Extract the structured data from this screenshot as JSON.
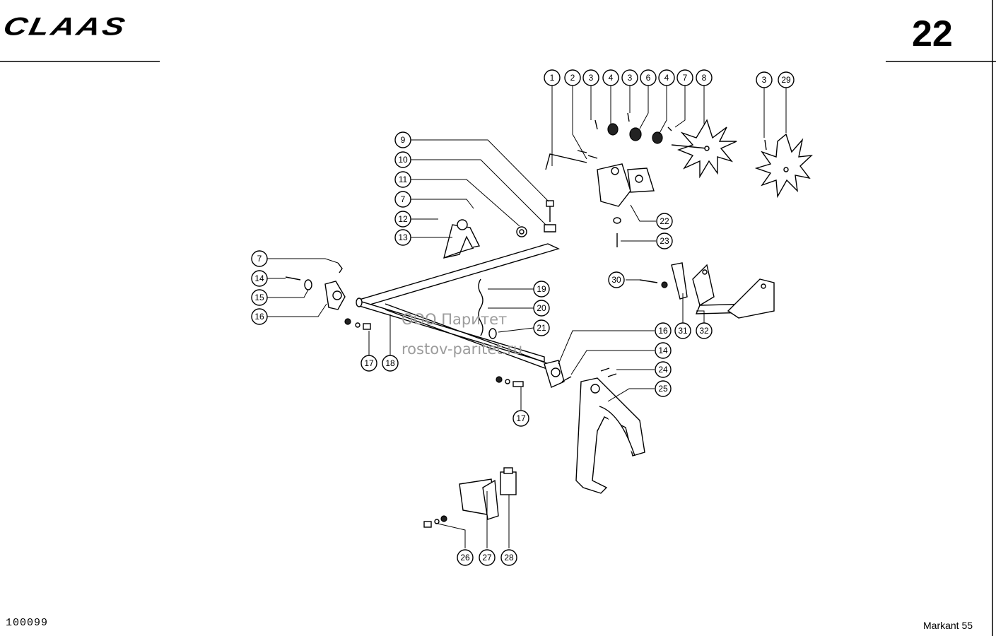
{
  "header": {
    "brand": "CLAAS",
    "page_number": "22"
  },
  "footer": {
    "doc_code": "100099",
    "model": "Markant 55"
  },
  "watermark": {
    "line1": "ООО Паритет",
    "line2": "rostov-paritet.ru"
  },
  "callouts": [
    "1",
    "2",
    "3",
    "4",
    "3",
    "6",
    "4",
    "7",
    "8",
    "3",
    "29",
    "9",
    "10",
    "11",
    "7",
    "12",
    "13",
    "7",
    "14",
    "15",
    "16",
    "17",
    "18",
    "19",
    "20",
    "21",
    "22",
    "23",
    "30",
    "31",
    "32",
    "16",
    "14",
    "24",
    "25",
    "17",
    "26",
    "27",
    "28"
  ]
}
